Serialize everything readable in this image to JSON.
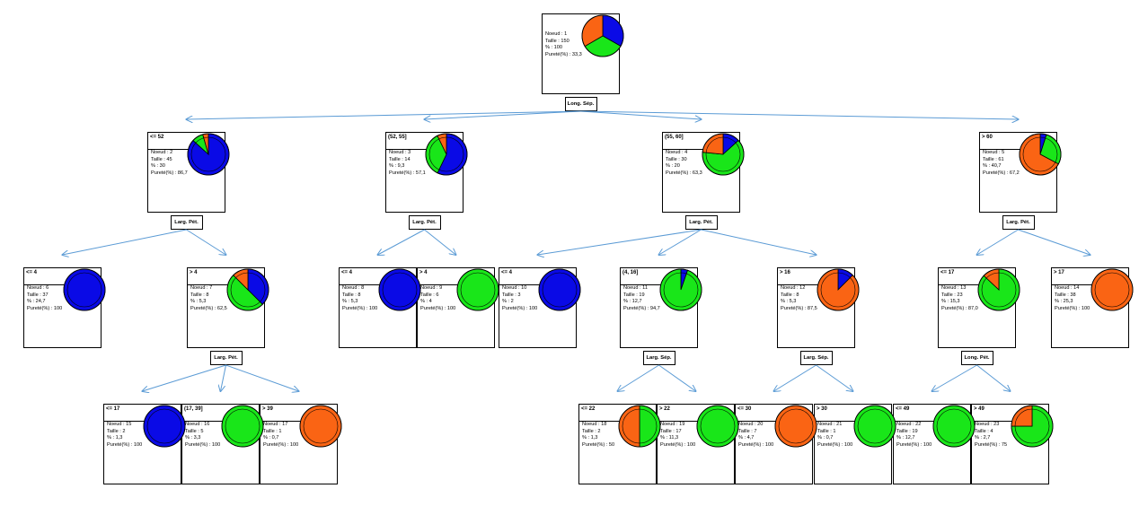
{
  "labels": {
    "node": "Noeud :",
    "size": "Taille :",
    "pct": "% :",
    "purity": "Pureté(%) :"
  },
  "colors": {
    "setosa": "#0a0ae6",
    "versicolor": "#19e619",
    "virginica": "#fa6414",
    "edge": "#5b9bd5"
  },
  "class_order": [
    "setosa",
    "versicolor",
    "virginica"
  ],
  "nodes": [
    {
      "id": 1,
      "cond": "",
      "size": "150",
      "pct": "100",
      "purity": "33,3",
      "dist": [
        0.333,
        0.333,
        0.334
      ],
      "split": "Long. Sép."
    },
    {
      "id": 2,
      "cond": "<= 52",
      "size": "45",
      "pct": "30",
      "purity": "86,7",
      "dist": [
        0.867,
        0.089,
        0.044
      ],
      "split": "Larg. Pét."
    },
    {
      "id": 3,
      "cond": "(52, 55]",
      "size": "14",
      "pct": "9,3",
      "purity": "57,1",
      "dist": [
        0.571,
        0.357,
        0.072
      ],
      "split": "Larg. Pét."
    },
    {
      "id": 4,
      "cond": "(55, 60]",
      "size": "30",
      "pct": "20",
      "purity": "63,3",
      "dist": [
        0.133,
        0.633,
        0.234
      ],
      "split": "Larg. Pét."
    },
    {
      "id": 5,
      "cond": "> 60",
      "size": "61",
      "pct": "40,7",
      "purity": "67,2",
      "dist": [
        0.049,
        0.279,
        0.672
      ],
      "split": "Larg. Pét."
    },
    {
      "id": 6,
      "cond": "<= 4",
      "size": "37",
      "pct": "24,7",
      "purity": "100",
      "dist": [
        1,
        0,
        0
      ],
      "split": ""
    },
    {
      "id": 7,
      "cond": "> 4",
      "size": "8",
      "pct": "5,3",
      "purity": "62,5",
      "dist": [
        0.375,
        0.5,
        0.125
      ],
      "split": "Larg. Pét."
    },
    {
      "id": 8,
      "cond": "<= 4",
      "size": "8",
      "pct": "5,3",
      "purity": "100",
      "dist": [
        1,
        0,
        0
      ],
      "split": ""
    },
    {
      "id": 9,
      "cond": "> 4",
      "size": "6",
      "pct": "4",
      "purity": "100",
      "dist": [
        0,
        1,
        0
      ],
      "split": ""
    },
    {
      "id": 10,
      "cond": "<= 4",
      "size": "3",
      "pct": "2",
      "purity": "100",
      "dist": [
        1,
        0,
        0
      ],
      "split": ""
    },
    {
      "id": 11,
      "cond": "(4, 16]",
      "size": "19",
      "pct": "12,7",
      "purity": "94,7",
      "dist": [
        0.053,
        0.947,
        0
      ],
      "split": "Larg. Sép."
    },
    {
      "id": 12,
      "cond": "> 16",
      "size": "8",
      "pct": "5,3",
      "purity": "87,5",
      "dist": [
        0.125,
        0,
        0.875
      ],
      "split": "Larg. Sép."
    },
    {
      "id": 13,
      "cond": "<= 17",
      "size": "23",
      "pct": "15,3",
      "purity": "87,0",
      "dist": [
        0,
        0.87,
        0.13
      ],
      "split": "Long. Pét."
    },
    {
      "id": 14,
      "cond": "> 17",
      "size": "38",
      "pct": "25,3",
      "purity": "100",
      "dist": [
        0,
        0,
        1
      ],
      "split": ""
    },
    {
      "id": 15,
      "cond": "<= 17",
      "size": "2",
      "pct": "1,3",
      "purity": "100",
      "dist": [
        1,
        0,
        0
      ],
      "split": ""
    },
    {
      "id": 16,
      "cond": "(17, 39]",
      "size": "5",
      "pct": "3,3",
      "purity": "100",
      "dist": [
        0,
        1,
        0
      ],
      "split": ""
    },
    {
      "id": 17,
      "cond": "> 39",
      "size": "1",
      "pct": "0,7",
      "purity": "100",
      "dist": [
        0,
        0,
        1
      ],
      "split": ""
    },
    {
      "id": 18,
      "cond": "<= 22",
      "size": "2",
      "pct": "1,3",
      "purity": "50",
      "dist": [
        0,
        0.5,
        0.5
      ],
      "split": ""
    },
    {
      "id": 19,
      "cond": "> 22",
      "size": "17",
      "pct": "11,3",
      "purity": "100",
      "dist": [
        0,
        1,
        0
      ],
      "split": ""
    },
    {
      "id": 20,
      "cond": "<= 30",
      "size": "7",
      "pct": "4,7",
      "purity": "100",
      "dist": [
        0,
        0,
        1
      ],
      "split": ""
    },
    {
      "id": 21,
      "cond": "> 30",
      "size": "1",
      "pct": "0,7",
      "purity": "100",
      "dist": [
        0,
        1,
        0
      ],
      "split": ""
    },
    {
      "id": 22,
      "cond": "<= 49",
      "size": "19",
      "pct": "12,7",
      "purity": "100",
      "dist": [
        0,
        1,
        0
      ],
      "split": ""
    },
    {
      "id": 23,
      "cond": "> 49",
      "size": "4",
      "pct": "2,7",
      "purity": "75",
      "dist": [
        0,
        0.75,
        0.25
      ],
      "split": ""
    }
  ],
  "edges": [
    [
      1,
      2
    ],
    [
      1,
      3
    ],
    [
      1,
      4
    ],
    [
      1,
      5
    ],
    [
      2,
      6
    ],
    [
      2,
      7
    ],
    [
      3,
      8
    ],
    [
      3,
      9
    ],
    [
      4,
      10
    ],
    [
      4,
      11
    ],
    [
      4,
      12
    ],
    [
      5,
      13
    ],
    [
      5,
      14
    ],
    [
      7,
      15
    ],
    [
      7,
      16
    ],
    [
      7,
      17
    ],
    [
      11,
      18
    ],
    [
      11,
      19
    ],
    [
      12,
      20
    ],
    [
      12,
      21
    ],
    [
      13,
      22
    ],
    [
      13,
      23
    ]
  ]
}
